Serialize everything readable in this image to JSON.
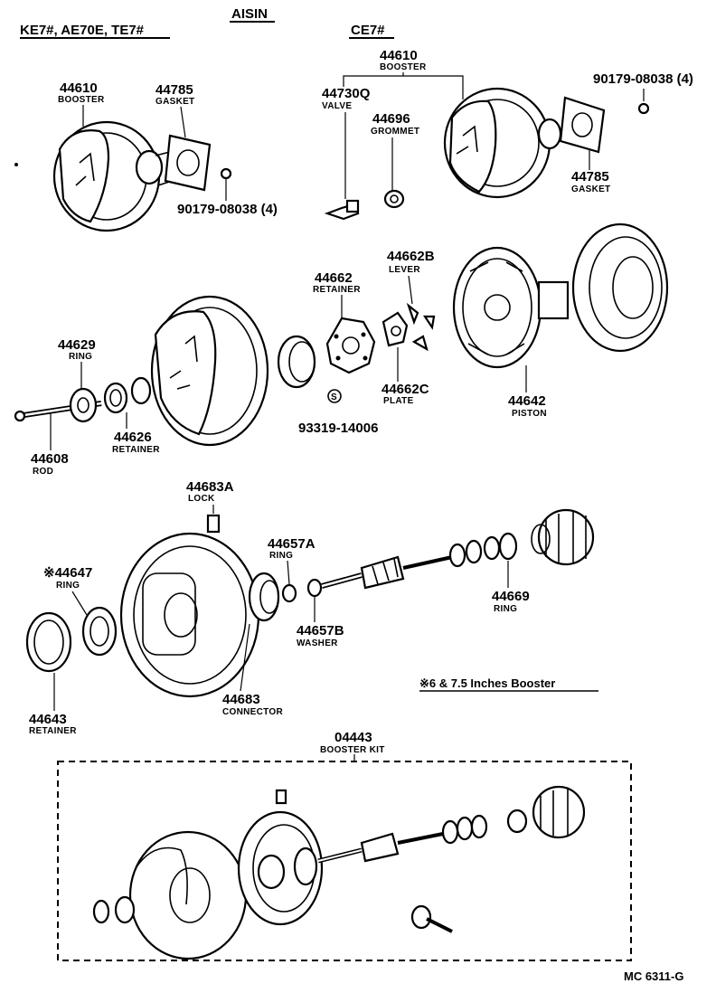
{
  "headers": {
    "left_models": "KE7#, AE70E, TE7#",
    "maker": "AISIN",
    "right_model": "CE7#"
  },
  "labels": {
    "booster_left": {
      "num": "44610",
      "name": "BOOSTER"
    },
    "gasket_left": {
      "num": "44785",
      "name": "GASKET"
    },
    "nut_left": {
      "num": "90179-08038 (4)"
    },
    "booster_right": {
      "num": "44610",
      "name": "BOOSTER"
    },
    "nut_right": {
      "num": "90179-08038 (4)"
    },
    "valve": {
      "num": "44730Q",
      "name": "VALVE"
    },
    "grommet": {
      "num": "44696",
      "name": "GROMMET"
    },
    "gasket_right": {
      "num": "44785",
      "name": "GASKET"
    },
    "lever": {
      "num": "44662B",
      "name": "LEVER"
    },
    "retainer_44662": {
      "num": "44662",
      "name": "RETAINER"
    },
    "ring_44629": {
      "num": "44629",
      "name": "RING"
    },
    "plate": {
      "num": "44662C",
      "name": "PLATE"
    },
    "piston": {
      "num": "44642",
      "name": "PISTON"
    },
    "screw": {
      "num": "93319-14006",
      "symbol": "S"
    },
    "retainer_44626": {
      "num": "44626",
      "name": "RETAINER"
    },
    "rod": {
      "num": "44608",
      "name": "ROD"
    },
    "lock": {
      "num": "44683A",
      "name": "LOCK"
    },
    "ring_44657a": {
      "num": "44657A",
      "name": "RING"
    },
    "ring_44647": {
      "num": "※44647",
      "name": "RING"
    },
    "ring_44669": {
      "num": "44669",
      "name": "RING"
    },
    "washer": {
      "num": "44657B",
      "name": "WASHER"
    },
    "note": "※6 & 7.5 Inches Booster",
    "retainer_44643": {
      "num": "44643",
      "name": "RETAINER"
    },
    "connector": {
      "num": "44683",
      "name": "CONNECTOR"
    },
    "booster_kit": {
      "num": "04443",
      "name": "BOOSTER KIT"
    }
  },
  "figure_ref": "MC 6311-G"
}
